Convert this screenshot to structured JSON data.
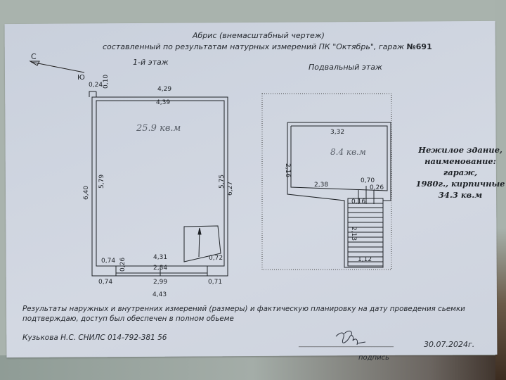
{
  "document": {
    "title": "Абрис (внемасштабный чертеж)",
    "subtitle_prefix": "составленный по результатам натурных измерений ПК \"Октябрь\", гараж ",
    "subtitle_number": "№691",
    "compass": {
      "north_label": "С",
      "south_label": "Ю"
    },
    "floor1": {
      "label": "1-й этаж",
      "area_note": "25.9 кв.м",
      "dims": {
        "top_offset_w": "0,24",
        "top_offset_h": "0,10",
        "outer_top": "4,29",
        "inner_top": "4,39",
        "outer_left": "6,40",
        "inner_left": "5,79",
        "inner_right": "5,75",
        "outer_right": "6,27",
        "inner_bottom": "4,31",
        "gate_inner": "2,84",
        "left_jamb_inner": "0,74",
        "jamb_depth": "0,26",
        "right_jamb_inner": "0,72",
        "left_jamb_outer": "0,74",
        "gate_outer": "2,99",
        "right_jamb_outer": "0,71",
        "outer_bottom": "4,43"
      }
    },
    "basement": {
      "label": "Подвальный этаж",
      "area_note": "8.4 кв.м",
      "dims": {
        "top": "3,32",
        "left": "2,16",
        "bottom": "2,38",
        "opening": "0,70",
        "wall": "0,26",
        "stair_offset": "0,16",
        "stair_length": "2,13",
        "stair_width": "1,12"
      }
    },
    "building_info": {
      "line1": "Нежилое здание,",
      "line2": "наименование: гараж,",
      "line3": "1980г., кирпичные",
      "line4": "34.3 кв.м"
    },
    "statement": {
      "line1": "Результаты наружных и внутренних измерений (размеры) и фактическую планировку на дату проведения сьемки",
      "line2": "подтверждаю, доступ был обеспечен в полном обьеме"
    },
    "signer": "Кузькова Н.С. СНИЛС 014-792-381 56",
    "signature_line": "______________________________",
    "signature_caption": "подпись",
    "date": "30.07.2024г."
  }
}
